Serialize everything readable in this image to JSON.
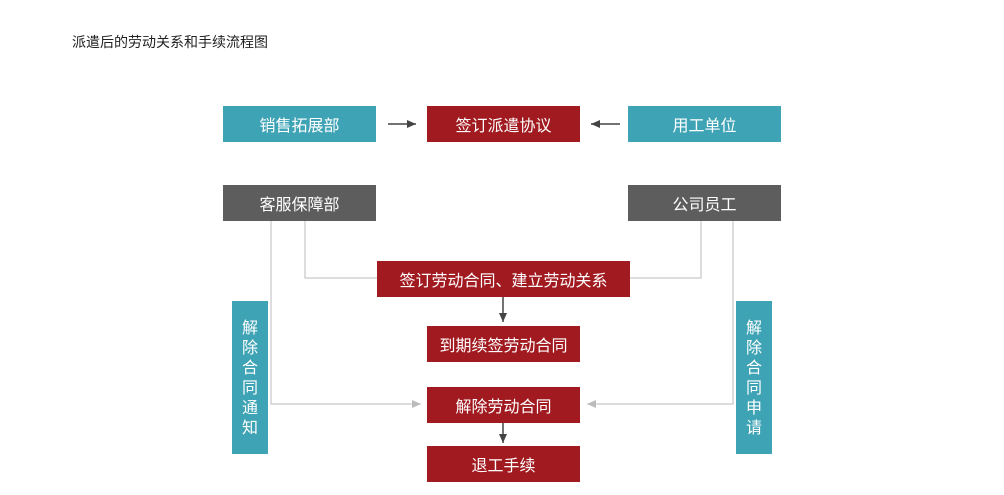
{
  "title": "派遣后的劳动关系和手续流程图",
  "nodes": {
    "sales": "销售拓展部",
    "agreement": "签订派遣协议",
    "employer": "用工单位",
    "service": "客服保障部",
    "staff": "公司员工",
    "contract": "签订劳动合同、建立劳动关系",
    "renew": "到期续签劳动合同",
    "terminate": "解除劳动合同",
    "resign": "退工手续",
    "notice": "解除合同通知",
    "request": "解除合同申请"
  },
  "colors": {
    "teal": "#3ea3b5",
    "red": "#a01a20",
    "gray": "#5d5d5d"
  }
}
